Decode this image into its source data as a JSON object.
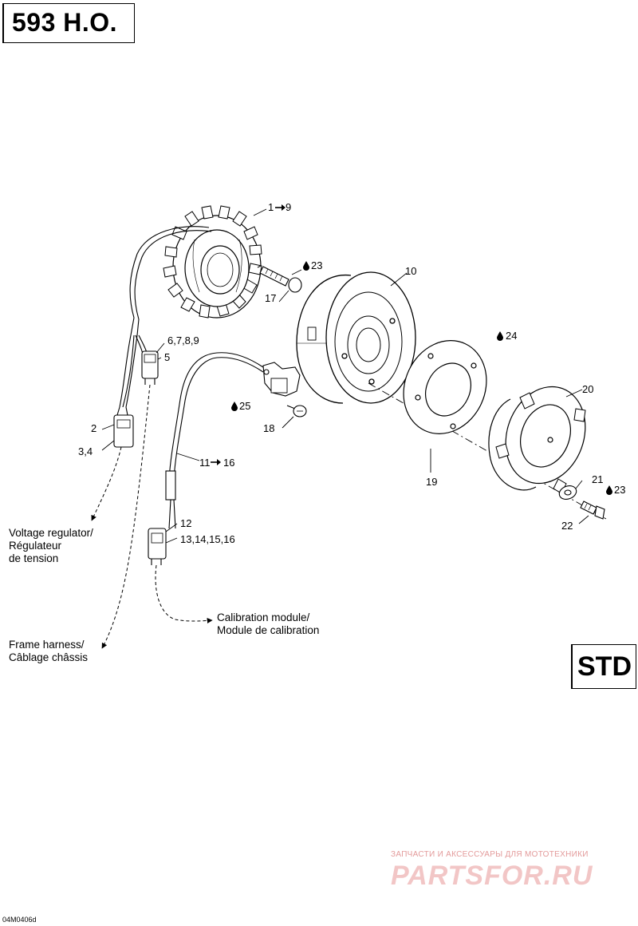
{
  "header": {
    "model": "593 H.O."
  },
  "badge": {
    "std": "STD"
  },
  "callouts": {
    "c1": "1",
    "c1_to": "9",
    "c23a": "23",
    "c10": "10",
    "c17": "17",
    "c6789": "6,7,8,9",
    "c5": "5",
    "c24": "24",
    "c20": "20",
    "c25": "25",
    "c18": "18",
    "c2": "2",
    "c34": "3,4",
    "c11": "11",
    "c11_to": "16",
    "c19": "19",
    "c21": "21",
    "c23b": "23",
    "c22": "22",
    "c12": "12",
    "c1316": "13,14,15,16"
  },
  "notes": {
    "voltage_en": "Voltage regulator/",
    "voltage_fr1": "Régulateur",
    "voltage_fr2": "de tension",
    "calib_en": "Calibration module/",
    "calib_fr": "Module de calibration",
    "frame_en": "Frame harness/",
    "frame_fr": "Câblage châssis"
  },
  "watermark": {
    "line1": "ЗАПЧАСТИ И АКСЕССУАРЫ ДЛЯ МОТОТЕХНИКИ",
    "logo": "PARTSFOR.RU"
  },
  "drawing_code": "04M0406d",
  "icons": {
    "arrow": "arrow-right-icon",
    "drop": "oil-drop-icon"
  }
}
